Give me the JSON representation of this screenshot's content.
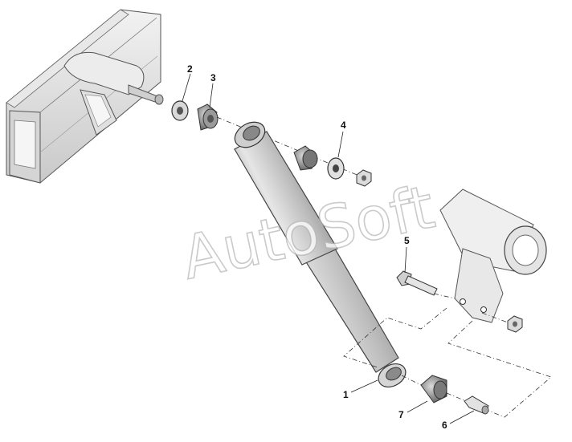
{
  "diagram": {
    "callouts": [
      {
        "id": "1",
        "label": "1"
      },
      {
        "id": "2",
        "label": "2"
      },
      {
        "id": "3",
        "label": "3"
      },
      {
        "id": "4",
        "label": "4"
      },
      {
        "id": "5",
        "label": "5"
      },
      {
        "id": "6",
        "label": "6"
      },
      {
        "id": "7",
        "label": "7"
      }
    ],
    "watermark": "AutoSoft"
  }
}
